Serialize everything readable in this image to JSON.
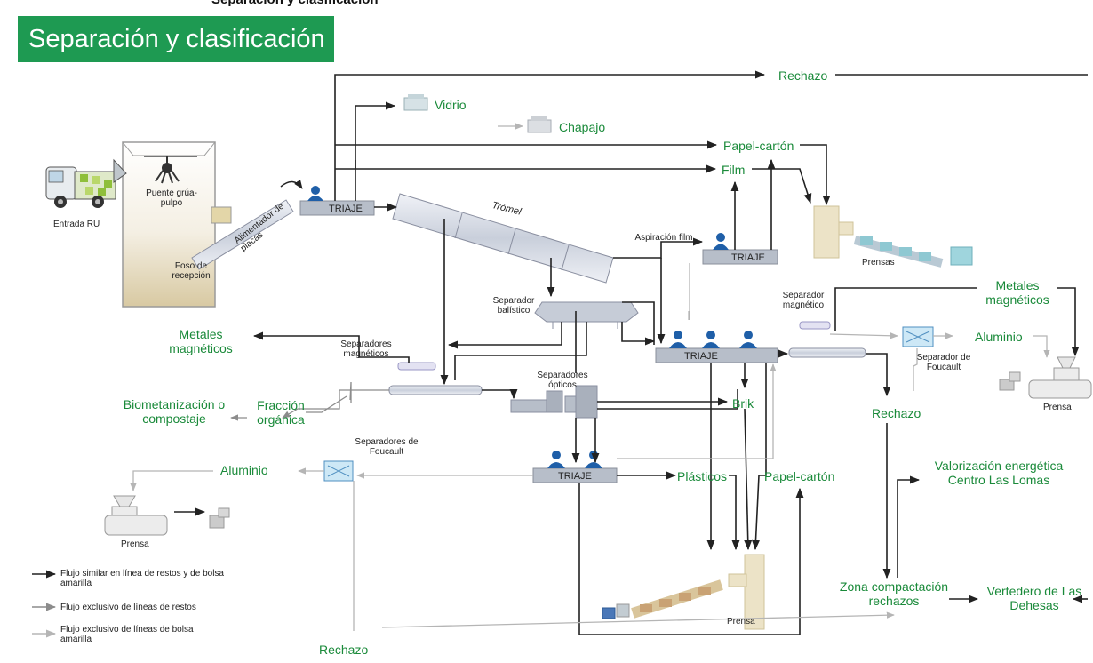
{
  "header": {
    "top_cut_text": "Separación y clasificación",
    "title": "Separación y clasificación"
  },
  "diagram": {
    "equipment": {
      "truck_label": "Entrada RU",
      "crane_label": "Puente grúa-pulpo",
      "pit_label": "Foso de recepción",
      "feeder_label": "Alimentador de placas",
      "triaje": "TRIAJE",
      "tromel": "Trómel",
      "film_suction": "Aspiración film",
      "ballistic": "Separador balístico",
      "magnetic_separators": "Separadores magnéticos",
      "optical_separators": "Separadores ópticos",
      "foucault_separators": "Separadores de Foucault",
      "magnetic_separator_right": "Separador magnético",
      "foucault_separator_right": "Separador de Foucault",
      "press": "Prensa",
      "presses": "Prensas"
    },
    "outputs": {
      "rechazo": "Rechazo",
      "vidrio": "Vidrio",
      "chapajo": "Chapajo",
      "papel_carton": "Papel-cartón",
      "film": "Film",
      "metales_magneticos": "Metales magnéticos",
      "aluminio": "Aluminio",
      "brik": "Brik",
      "plasticos": "Plásticos",
      "fraccion_organica": "Fracción orgánica",
      "biometanizacion": "Biometanización o compostaje",
      "valorizacion": "Valorización energética Centro Las Lomas",
      "zona_compactacion": "Zona compactación rechazos",
      "vertedero": "Vertedero de Las Dehesas"
    },
    "legend": [
      {
        "text": "Flujo similar en línea de restos y de bolsa amarilla",
        "color": "#222222"
      },
      {
        "text": "Flujo exclusivo de líneas de restos",
        "color": "#8c8c8c"
      },
      {
        "text": "Flujo exclusivo de líneas de bolsa amarilla",
        "color": "#b5b5b5"
      }
    ],
    "colors": {
      "banner": "#1e9a52",
      "label_green": "#1a8a3a",
      "flow_dark": "#222222",
      "flow_grey": "#8c8c8c",
      "flow_light": "#b5b5b5",
      "machine_fill": "#d8dde6",
      "triaje_fill": "#b7bec9",
      "worker_blue": "#1f5fa8",
      "press_beige": "#ece3c7",
      "bale_teal": "#8ec8d2"
    }
  }
}
